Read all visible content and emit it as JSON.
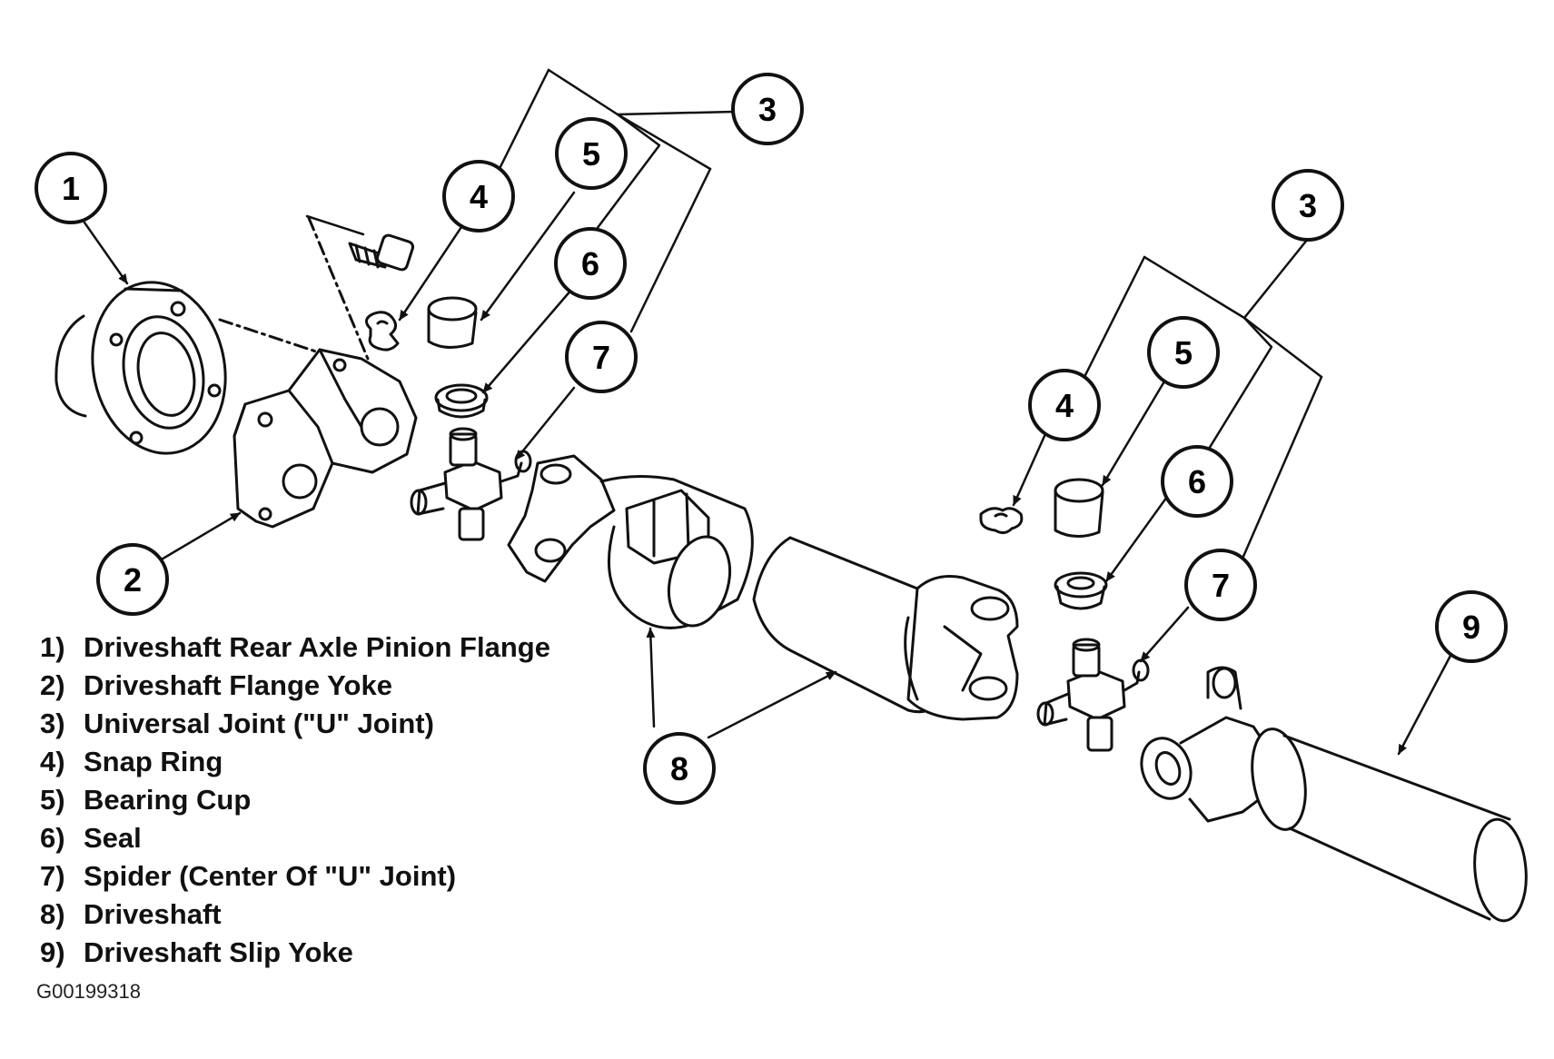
{
  "colors": {
    "ink": "#111111",
    "paper": "#ffffff"
  },
  "callouts": [
    {
      "id": "c1",
      "num": "1"
    },
    {
      "id": "c2",
      "num": "2"
    },
    {
      "id": "c3a",
      "num": "3"
    },
    {
      "id": "c4a",
      "num": "4"
    },
    {
      "id": "c5a",
      "num": "5"
    },
    {
      "id": "c6a",
      "num": "6"
    },
    {
      "id": "c7a",
      "num": "7"
    },
    {
      "id": "c8",
      "num": "8"
    },
    {
      "id": "c3b",
      "num": "3"
    },
    {
      "id": "c4b",
      "num": "4"
    },
    {
      "id": "c5b",
      "num": "5"
    },
    {
      "id": "c6b",
      "num": "6"
    },
    {
      "id": "c7b",
      "num": "7"
    },
    {
      "id": "c9",
      "num": "9"
    }
  ],
  "legend": [
    {
      "num": "1)",
      "label": "Driveshaft Rear Axle Pinion Flange"
    },
    {
      "num": "2)",
      "label": "Driveshaft Flange Yoke"
    },
    {
      "num": "3)",
      "label": "Universal Joint (\"U\" Joint)"
    },
    {
      "num": "4)",
      "label": "Snap Ring"
    },
    {
      "num": "5)",
      "label": "Bearing Cup"
    },
    {
      "num": "6)",
      "label": "Seal"
    },
    {
      "num": "7)",
      "label": "Spider (Center Of \"U\" Joint)"
    },
    {
      "num": "8)",
      "label": "Driveshaft"
    },
    {
      "num": "9)",
      "label": "Driveshaft Slip Yoke"
    }
  ],
  "figure_id": "G00199318"
}
